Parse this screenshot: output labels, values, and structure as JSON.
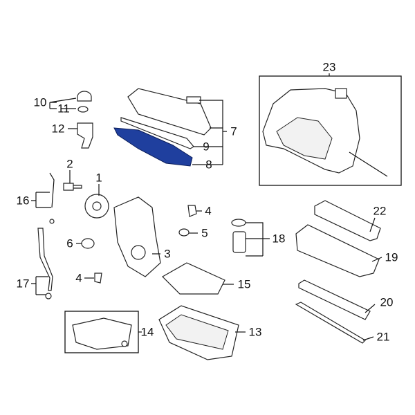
{
  "diagram": {
    "highlight_color": "#1f3f9e",
    "callouts": [
      {
        "id": "23",
        "label": "23"
      },
      {
        "id": "10",
        "label": "10"
      },
      {
        "id": "11",
        "label": "11"
      },
      {
        "id": "12",
        "label": "12"
      },
      {
        "id": "7",
        "label": "7"
      },
      {
        "id": "9",
        "label": "9"
      },
      {
        "id": "8",
        "label": "8"
      },
      {
        "id": "2",
        "label": "2"
      },
      {
        "id": "1",
        "label": "1"
      },
      {
        "id": "16",
        "label": "16"
      },
      {
        "id": "22",
        "label": "22"
      },
      {
        "id": "4a",
        "label": "4"
      },
      {
        "id": "5",
        "label": "5"
      },
      {
        "id": "18",
        "label": "18"
      },
      {
        "id": "6",
        "label": "6"
      },
      {
        "id": "3",
        "label": "3"
      },
      {
        "id": "19",
        "label": "19"
      },
      {
        "id": "4b",
        "label": "4"
      },
      {
        "id": "15",
        "label": "15"
      },
      {
        "id": "17",
        "label": "17"
      },
      {
        "id": "20",
        "label": "20"
      },
      {
        "id": "14",
        "label": "14"
      },
      {
        "id": "13",
        "label": "13"
      },
      {
        "id": "21",
        "label": "21"
      }
    ]
  }
}
